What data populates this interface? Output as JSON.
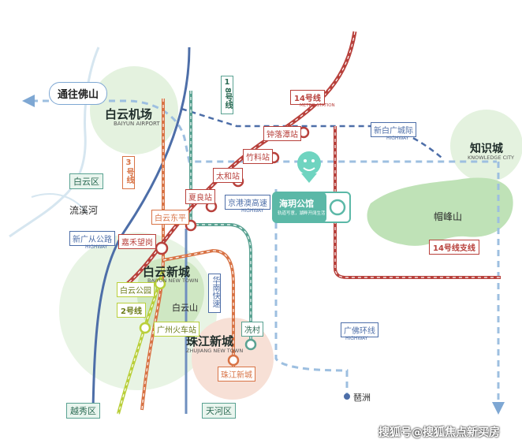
{
  "colors": {
    "line14": "#b8413c",
    "line2": "#b9cf3a",
    "line3": "#d87345",
    "line18": "#5aa292",
    "line_blue": "#4d6ea8",
    "highway": "#7ea7d3",
    "green_area": "#bfe2b7",
    "water": "#cfe3f0",
    "accent_teal": "#5bb8a7"
  },
  "labels": {
    "to_foshan": "通往佛山",
    "airport_cn": "白云机场",
    "airport_en": "BAIYUN AIRPORT",
    "knowledge_city_cn": "知识城",
    "knowledge_city_en": "KNOWLEDGE CITY",
    "baiyun_district": "白云区",
    "liuxi_river": "流溪河",
    "maofeng_mountain": "帽峰山",
    "baiyun_new_town_cn": "白云新城",
    "baiyun_new_town_en": "BAIYUN NEW TOWN",
    "zhujiang_new_town_cn": "珠江新城",
    "zhujiang_new_town_en": "ZHUJIANG NEW TOWN",
    "baiyun_mountain": "白云山",
    "yuexiu_district": "越秀区",
    "tianhe_district": "天河区",
    "pazhou": "琶洲",
    "project_name": "海玥公馆",
    "project_sub": "轨道写意，湖畔开阔生活",
    "watermark": "搜狐号@搜狐焦点新买房"
  },
  "line_labels": {
    "line14": "14号线",
    "metro_station": "METRO STATION",
    "line18_a": "1",
    "line18_b": "8号线",
    "line3_a": "3",
    "line3_b": "号线",
    "line2": "2号线",
    "line14_branch": "14号线支线"
  },
  "stations": {
    "zhongluotan": "钟落潭站",
    "zhuliao": "竹料站",
    "taihe": "太和站",
    "xialiang": "夏良站",
    "baiyun_dongping": "白云东平",
    "jiahe_wanggang": "嘉禾望岗",
    "baiyun_park": "白云公园",
    "guangzhou_station": "广州火车站",
    "xiancun": "冼村",
    "zhujiang_new_town": "珠江新城"
  },
  "roads": {
    "xinbaiyun_intl": "新白广城际",
    "xinguangcong": "新广从公路",
    "jinggangao": "京港澳高速",
    "huanan": "华南快速",
    "guangfo_ring": "广佛环线",
    "highway_en": "HIGHWAY"
  }
}
